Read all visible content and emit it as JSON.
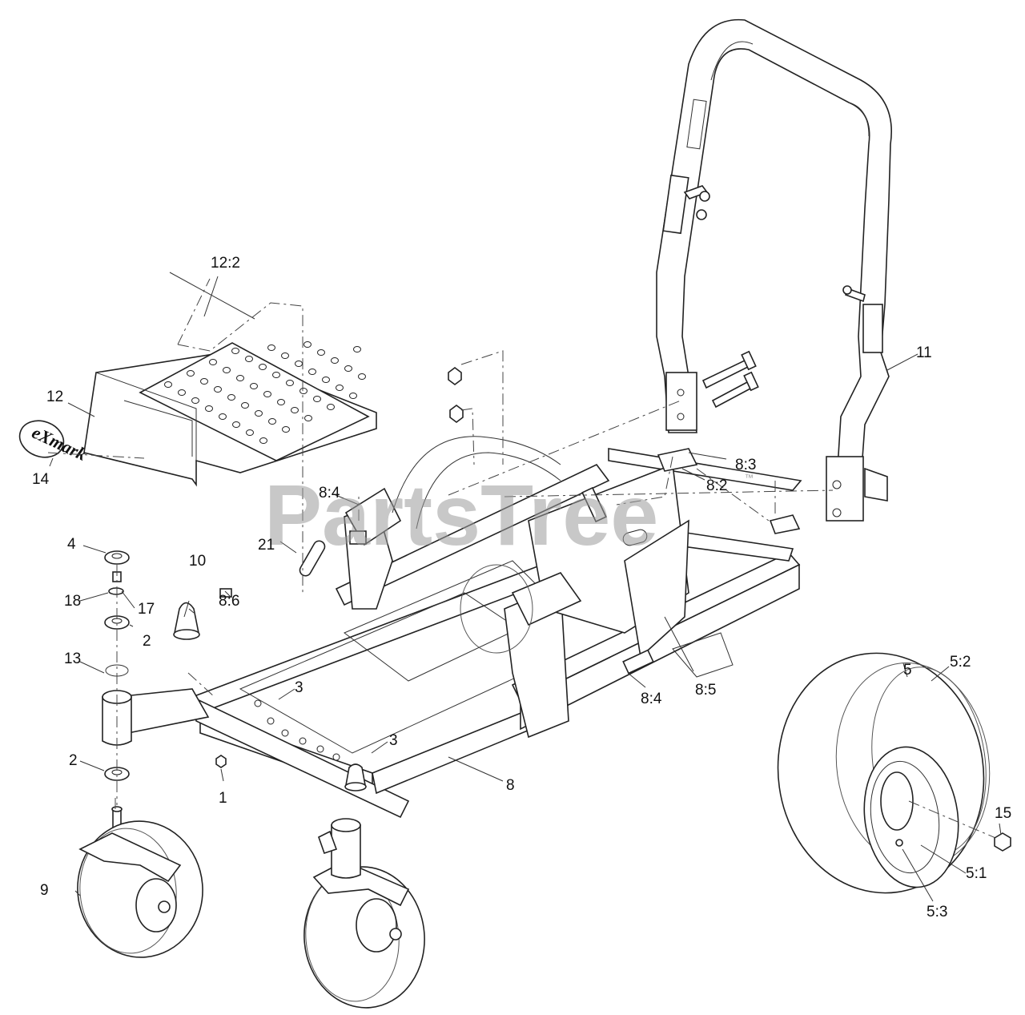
{
  "watermark": {
    "text": "PartsTree",
    "trademark": "™"
  },
  "logo": {
    "text": "eXmark"
  },
  "callouts": {
    "c1": "1",
    "c2a": "2",
    "c2b": "2",
    "c3a": "3",
    "c3b": "3",
    "c4": "4",
    "c5": "5",
    "c5_1": "5:1",
    "c5_2": "5:2",
    "c5_3": "5:3",
    "c8": "8",
    "c8_2": "8:2",
    "c8_3": "8:3",
    "c8_4a": "8:4",
    "c8_4b": "8:4",
    "c8_5": "8:5",
    "c8_6": "8:6",
    "c9": "9",
    "c10": "10",
    "c11": "11",
    "c12": "12",
    "c12_2": "12:2",
    "c13": "13",
    "c14": "14",
    "c15": "15",
    "c17": "17",
    "c18": "18",
    "c21": "21"
  }
}
